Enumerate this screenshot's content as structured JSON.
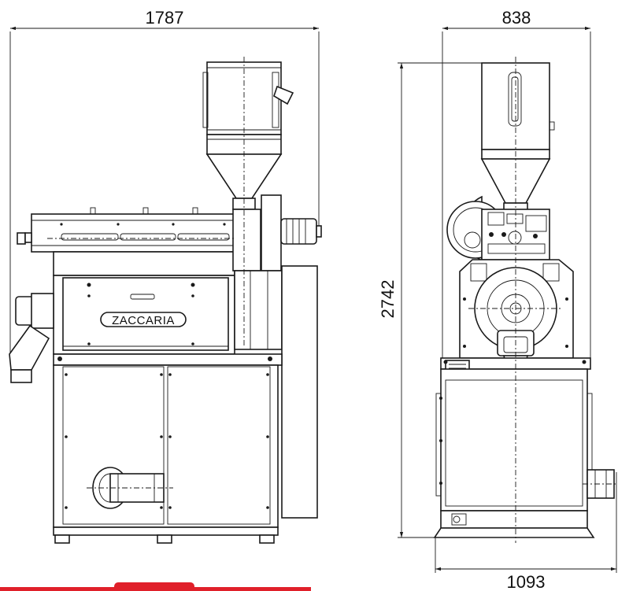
{
  "dimensions": {
    "front_width": "1787",
    "side_depth": "838",
    "height": "2742",
    "base_width": "1093"
  },
  "brand": {
    "logo_text": "ZACCARIA"
  },
  "colors": {
    "line": "#1a1a1a",
    "background": "#ffffff",
    "accent_bar": "#e0202a"
  }
}
